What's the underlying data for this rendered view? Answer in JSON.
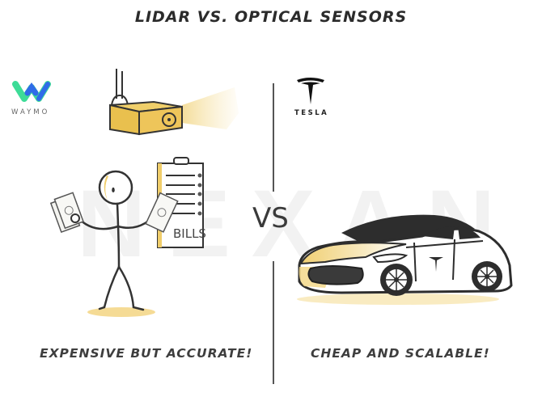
{
  "title": "LIDAR VS. OPTICAL SENSORS",
  "watermark": "NEXAN",
  "vs_label": "VS",
  "left": {
    "brand": "WAYMO",
    "brand_colors": {
      "green": "#3ddc97",
      "blue": "#2f6ce8"
    },
    "illustration": [
      "lidar-sensor",
      "stick-figure-with-money",
      "bills-clipboard"
    ],
    "clipboard_label": "BILLS",
    "caption": "EXPENSIVE BUT ACCURATE!"
  },
  "right": {
    "brand": "TESLA",
    "illustration": [
      "tesla-model-s-car"
    ],
    "caption": "CHEAP AND SCALABLE!"
  },
  "colors": {
    "accent_yellow": "#e9c55a",
    "ink": "#2b2b2b",
    "divider": "#555555"
  }
}
